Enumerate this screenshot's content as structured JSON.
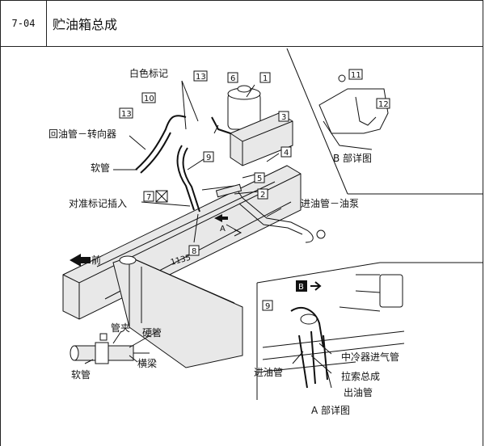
{
  "header": {
    "code": "7-04",
    "title": "贮油箱总成"
  },
  "labels": {
    "white_mark": "白色标记",
    "return_pipe": "回油管－转向器",
    "hose_top": "软管",
    "align_insert": "对准标记插入",
    "front": "前",
    "inlet_pump": "进油管－油泵",
    "b_detail": "B 部详图",
    "a_detail": "A 部详图",
    "pipe_clamp": "管夹",
    "hard_pipe": "硬管",
    "cross_beam": "横梁",
    "hose_bottom": "软管",
    "intercooler_pipe": "中冷器进气管",
    "inlet_pipe": "进油管",
    "cable_assy": "拉索总成",
    "outlet_pipe": "出油管",
    "dimension": "1135",
    "arrow_a": "A",
    "arrow_b": "B"
  },
  "callouts": [
    "1",
    "2",
    "3",
    "4",
    "5",
    "6",
    "7",
    "8",
    "9",
    "10",
    "11",
    "12",
    "13",
    "13",
    "9"
  ]
}
